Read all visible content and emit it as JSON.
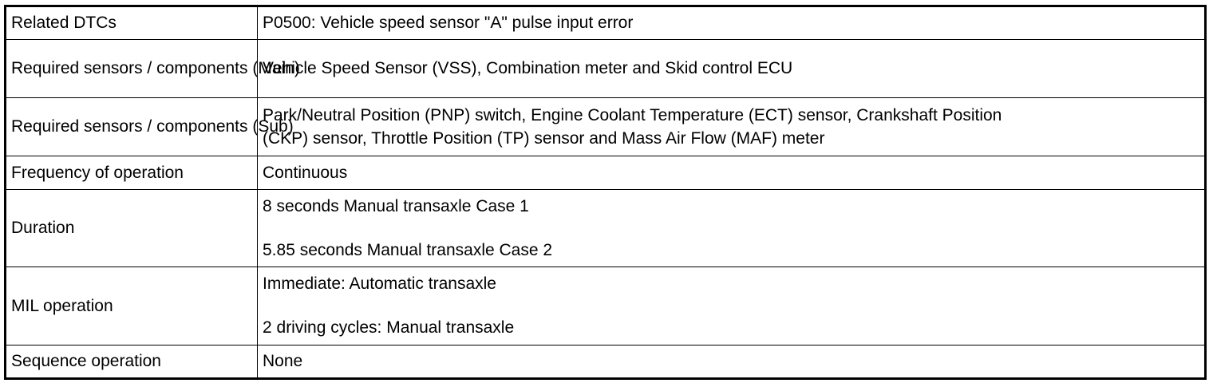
{
  "rows": [
    {
      "label": [
        "Related DTCs"
      ],
      "value": [
        [
          "P0500: Vehicle speed sensor \"A\" pulse input error"
        ]
      ]
    },
    {
      "label": [
        "Required sensors /",
        "components (Main)"
      ],
      "value": [
        [
          "Vehicle Speed Sensor (VSS), Combination meter and Skid control ECU"
        ]
      ]
    },
    {
      "label": [
        "Required sensors /",
        "components (Sub)"
      ],
      "value": [
        [
          "Park/Neutral Position (PNP) switch, Engine Coolant Temperature (ECT) sensor, Crankshaft Position",
          "(CKP) sensor, Throttle Position (TP) sensor and Mass Air Flow (MAF) meter"
        ]
      ]
    },
    {
      "label": [
        "Frequency of operation"
      ],
      "value": [
        [
          "Continuous"
        ]
      ]
    },
    {
      "label": [
        "Duration"
      ],
      "value": [
        [
          "8 seconds Manual transaxle Case 1"
        ],
        [
          "5.85 seconds Manual transaxle Case 2"
        ]
      ]
    },
    {
      "label": [
        "MIL operation"
      ],
      "value": [
        [
          "Immediate: Automatic transaxle"
        ],
        [
          "2 driving cycles: Manual transaxle"
        ]
      ]
    },
    {
      "label": [
        "Sequence operation"
      ],
      "value": [
        [
          "None"
        ]
      ]
    }
  ]
}
